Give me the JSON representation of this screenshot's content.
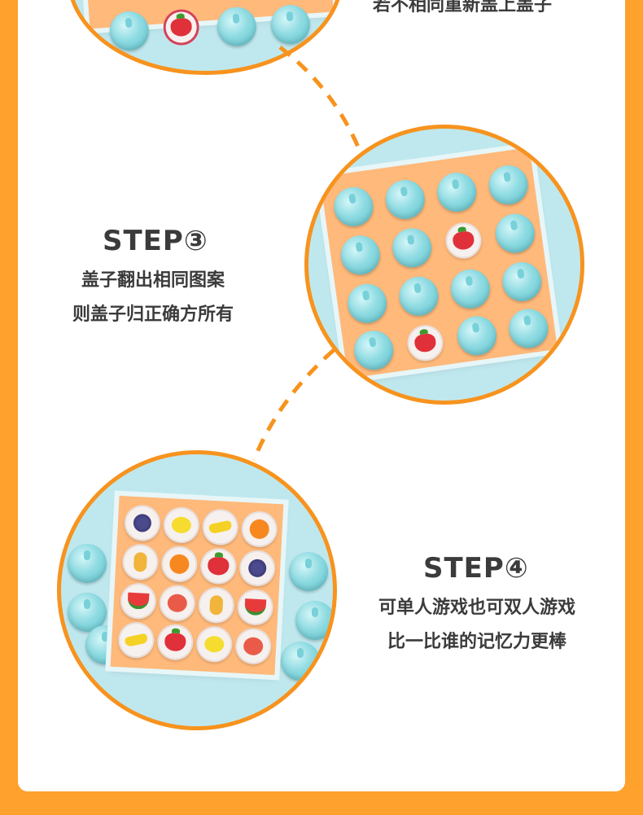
{
  "step_prev": {
    "text_tail": "若不相同重新盖上盖子"
  },
  "step3": {
    "title": "STEP③",
    "line1": "盖子翻出相同图案",
    "line2": "则盖子归正确方所有"
  },
  "step4": {
    "title": "STEP④",
    "line1": "可单人游戏也可双人游戏",
    "line2": "比一比谁的记忆力更棒"
  },
  "colors": {
    "accent": "#f7931e",
    "outer_background": "#ffa12d",
    "card": "#ffffff",
    "text": "#3b3b3b",
    "board": "#ffb97a",
    "cap": "#8fdbe2"
  },
  "images": {
    "top_board": "memory-board-partial-icon",
    "board_step3": "memory-board-two-strawberries-icon",
    "board_step4": "memory-board-all-fruits-icon",
    "connector": "dashed-curve-icon"
  }
}
